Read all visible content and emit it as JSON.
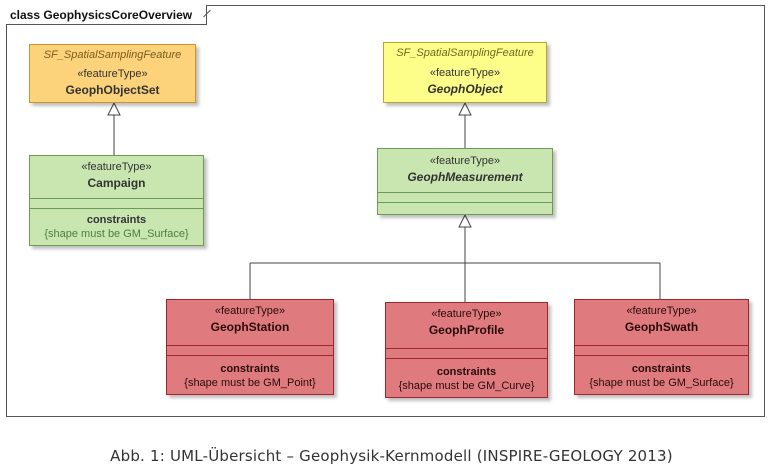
{
  "frame_title": "class GeophysicsCoreOverview",
  "classes": {
    "geoph_object_set": {
      "superclass": "SF_SpatialSamplingFeature",
      "stereotype": "«featureType»",
      "name": "GeophObjectSet"
    },
    "geoph_object": {
      "superclass": "SF_SpatialSamplingFeature",
      "stereotype": "«featureType»",
      "name": "GeophObject"
    },
    "campaign": {
      "stereotype": "«featureType»",
      "name": "Campaign",
      "constraints_title": "constraints",
      "constraint": "{shape must be GM_Surface}"
    },
    "geoph_measurement": {
      "stereotype": "«featureType»",
      "name": "GeophMeasurement"
    },
    "geoph_station": {
      "stereotype": "«featureType»",
      "name": "GeophStation",
      "constraints_title": "constraints",
      "constraint": "{shape must be GM_Point}"
    },
    "geoph_profile": {
      "stereotype": "«featureType»",
      "name": "GeophProfile",
      "constraints_title": "constraints",
      "constraint": "{shape must be GM_Curve}"
    },
    "geoph_swath": {
      "stereotype": "«featureType»",
      "name": "GeophSwath",
      "constraints_title": "constraints",
      "constraint": "{shape must be GM_Surface}"
    }
  },
  "colors": {
    "orange": "#fcd27a",
    "yellow": "#fdfd8a",
    "green": "#c9e6b1",
    "red": "#df7b7e"
  },
  "caption": "Abb. 1: UML-Übersicht – Geophysik-Kernmodell (INSPIRE-GEOLOGY 2013)"
}
